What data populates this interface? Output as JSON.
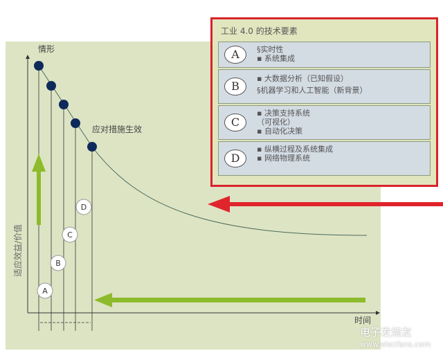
{
  "diagram": {
    "y_axis_label": "适应效益/价值",
    "x_axis_label": "时间",
    "top_label": "情形",
    "effect_label": "应对措施生效",
    "stage_markers": [
      "A",
      "B",
      "C",
      "D"
    ],
    "colors": {
      "background": "#dde4c4",
      "dots": "#0d2a5a",
      "green_arrow": "#8dbb2b",
      "red": "#e0242b"
    }
  },
  "panel": {
    "title": "工业 4.0 的技术要素",
    "rows": [
      {
        "letter": "A",
        "items": [
          "§实时性",
          "▪ 系统集成"
        ]
      },
      {
        "letter": "B",
        "items": [
          "▪ 大数据分析（已知假设）",
          "§机器学习和人工智能（新背景）"
        ]
      },
      {
        "letter": "C",
        "items": [
          "▪ 决策支持系统",
          "（可视化）",
          "▪ 自动化决策"
        ]
      },
      {
        "letter": "D",
        "items": [
          "▪ 纵横过程及系统集成",
          "▪ 网络物理系统"
        ]
      }
    ]
  },
  "watermark": {
    "name": "电子发烧友",
    "url": "www.elecfans.com"
  }
}
